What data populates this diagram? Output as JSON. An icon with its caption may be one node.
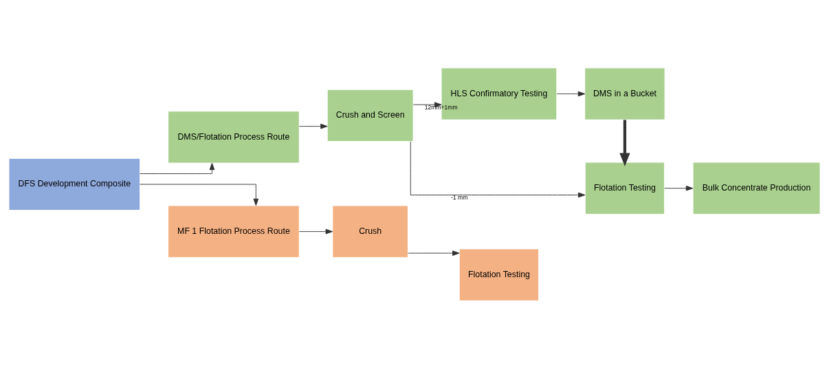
{
  "diagram": {
    "nodes": [
      {
        "text": [
          "DFS Development Composite"
        ]
      },
      {
        "text": [
          "DMS/Flotation Process Route"
        ]
      },
      {
        "text": [
          "Crush and Screen"
        ]
      },
      {
        "text": [
          "HLS Confirmatory Testing"
        ]
      },
      {
        "text": [
          "DMS in a Bucket"
        ]
      },
      {
        "text": [
          "Flotation Testing"
        ]
      },
      {
        "text": [
          "Bulk Concentrate Production"
        ]
      },
      {
        "text": [
          "MF 1 Flotation Process Route"
        ]
      },
      {
        "text": [
          "Crush"
        ]
      },
      {
        "text": [
          "Flotation Testing"
        ]
      }
    ],
    "edges": [
      {
        "from": 0,
        "to": 1,
        "arrow": "to"
      },
      {
        "from": 1,
        "to": 2,
        "arrow": "to"
      },
      {
        "from": 2,
        "to": 3,
        "arrow": "to",
        "label": "12mm+1mm"
      },
      {
        "from": 3,
        "to": 4,
        "arrow": "to"
      },
      {
        "from": 4,
        "to": 5,
        "arrow": "to",
        "style": "thick"
      },
      {
        "from": 2,
        "to": 5,
        "arrow": "to",
        "label": "-1 mm"
      },
      {
        "from": 5,
        "to": 6,
        "arrow": "to"
      },
      {
        "from": 0,
        "to": 7,
        "arrow": "to"
      },
      {
        "from": 7,
        "to": 8,
        "arrow": "to"
      },
      {
        "from": 8,
        "to": 9,
        "arrow": "to"
      }
    ]
  }
}
